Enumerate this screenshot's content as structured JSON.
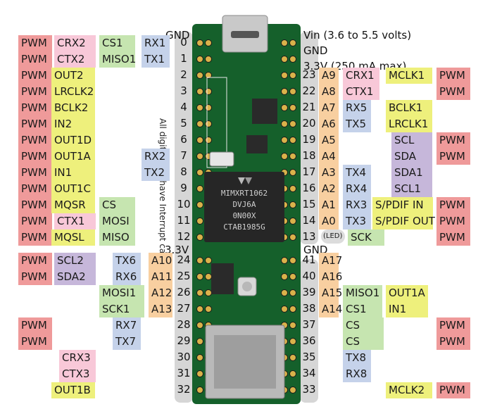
{
  "colors": {
    "pwm": "#ef9a9a",
    "can": "#f8c8d8",
    "spi": "#c6e5b0",
    "serial": "#c5d2ea",
    "audio": "#eef07c",
    "i2c": "#c6b7da",
    "analog": "#f8cfa0",
    "pin": "#d6d6d6",
    "board": "#15602b",
    "board_dark": "#0e4a20",
    "chip": "#262626"
  },
  "icons": [
    "teensy-board",
    "usb-connector",
    "microsd-card-slot",
    "processor-chip",
    "nxp-logo"
  ],
  "header": {
    "left_gnd": "GND",
    "vin": "Vin  (3.6 to 5.5 volts)",
    "gnd_top": "GND",
    "v33_top": "3.3V (250 mA max)",
    "left_33v": "3.3V",
    "mid_gnd": "GND"
  },
  "note": "All digital pins have Interrupt capability.",
  "chip_text": [
    "MIMXRT1062",
    "DVJ6A",
    "0N00X",
    "CTAB1985G"
  ],
  "led": "(LED)",
  "left_rows": [
    {
      "pin": "0",
      "l": [
        [
          "PWM",
          "pwm"
        ],
        [
          "CRX2",
          "can"
        ],
        [
          "CS1",
          "spi"
        ],
        [
          "RX1",
          "serial"
        ]
      ]
    },
    {
      "pin": "1",
      "l": [
        [
          "PWM",
          "pwm"
        ],
        [
          "CTX2",
          "can"
        ],
        [
          "MISO1",
          "spi"
        ],
        [
          "TX1",
          "serial"
        ]
      ]
    },
    {
      "pin": "2",
      "l": [
        [
          "PWM",
          "pwm"
        ],
        [
          "OUT2",
          "audio"
        ]
      ]
    },
    {
      "pin": "3",
      "l": [
        [
          "PWM",
          "pwm"
        ],
        [
          "LRCLK2",
          "audio"
        ]
      ]
    },
    {
      "pin": "4",
      "l": [
        [
          "PWM",
          "pwm"
        ],
        [
          "BCLK2",
          "audio"
        ]
      ]
    },
    {
      "pin": "5",
      "l": [
        [
          "PWM",
          "pwm"
        ],
        [
          "IN2",
          "audio"
        ]
      ]
    },
    {
      "pin": "6",
      "l": [
        [
          "PWM",
          "pwm"
        ],
        [
          "OUT1D",
          "audio"
        ]
      ]
    },
    {
      "pin": "7",
      "l": [
        [
          "PWM",
          "pwm"
        ],
        [
          "OUT1A",
          "audio"
        ],
        [
          "RX2",
          "serial"
        ]
      ]
    },
    {
      "pin": "8",
      "l": [
        [
          "PWM",
          "pwm"
        ],
        [
          "IN1",
          "audio"
        ],
        [
          "TX2",
          "serial"
        ]
      ]
    },
    {
      "pin": "9",
      "l": [
        [
          "PWM",
          "pwm"
        ],
        [
          "OUT1C",
          "audio"
        ]
      ]
    },
    {
      "pin": "10",
      "l": [
        [
          "PWM",
          "pwm"
        ],
        [
          "MQSR",
          "audio"
        ],
        [
          "CS",
          "spi"
        ]
      ]
    },
    {
      "pin": "11",
      "l": [
        [
          "PWM",
          "pwm"
        ],
        [
          "CTX1",
          "can"
        ],
        [
          "MOSI",
          "spi"
        ]
      ]
    },
    {
      "pin": "12",
      "l": [
        [
          "PWM",
          "pwm"
        ],
        [
          "MQSL",
          "audio"
        ],
        [
          "MISO",
          "spi"
        ]
      ]
    },
    {
      "pin": "24",
      "l": [
        [
          "PWM",
          "pwm"
        ],
        [
          "SCL2",
          "i2c"
        ],
        [
          "TX6",
          "serial"
        ],
        [
          "A10",
          "analog"
        ]
      ]
    },
    {
      "pin": "25",
      "l": [
        [
          "PWM",
          "pwm"
        ],
        [
          "SDA2",
          "i2c"
        ],
        [
          "RX6",
          "serial"
        ],
        [
          "A11",
          "analog"
        ]
      ]
    },
    {
      "pin": "26",
      "l": [
        [
          "MOSI1",
          "spi"
        ],
        [
          "A12",
          "analog"
        ]
      ]
    },
    {
      "pin": "27",
      "l": [
        [
          "SCK1",
          "spi"
        ],
        [
          "A13",
          "analog"
        ]
      ]
    },
    {
      "pin": "28",
      "l": [
        [
          "PWM",
          "pwm"
        ],
        [
          "RX7",
          "serial"
        ]
      ]
    },
    {
      "pin": "29",
      "l": [
        [
          "PWM",
          "pwm"
        ],
        [
          "TX7",
          "serial"
        ]
      ]
    },
    {
      "pin": "30",
      "l": [
        [
          "CRX3",
          "can"
        ]
      ]
    },
    {
      "pin": "31",
      "l": [
        [
          "CTX3",
          "can"
        ]
      ]
    },
    {
      "pin": "32",
      "l": [
        [
          "OUT1B",
          "audio"
        ]
      ]
    }
  ],
  "right_rows": [
    {
      "pin": "23",
      "l": [
        [
          "A9",
          "analog"
        ],
        [
          "CRX1",
          "can"
        ],
        [
          "MCLK1",
          "audio"
        ],
        [
          "PWM",
          "pwm"
        ]
      ]
    },
    {
      "pin": "22",
      "l": [
        [
          "A8",
          "analog"
        ],
        [
          "CTX1",
          "can"
        ],
        [
          "PWM",
          "pwm"
        ]
      ]
    },
    {
      "pin": "21",
      "l": [
        [
          "A7",
          "analog"
        ],
        [
          "RX5",
          "serial"
        ],
        [
          "BCLK1",
          "audio"
        ]
      ]
    },
    {
      "pin": "20",
      "l": [
        [
          "A6",
          "analog"
        ],
        [
          "TX5",
          "serial"
        ],
        [
          "LRCLK1",
          "audio"
        ]
      ]
    },
    {
      "pin": "19",
      "l": [
        [
          "A5",
          "analog"
        ],
        [
          "SCL",
          "i2c"
        ],
        [
          "PWM",
          "pwm"
        ]
      ]
    },
    {
      "pin": "18",
      "l": [
        [
          "A4",
          "analog"
        ],
        [
          "SDA",
          "i2c"
        ],
        [
          "PWM",
          "pwm"
        ]
      ]
    },
    {
      "pin": "17",
      "l": [
        [
          "A3",
          "analog"
        ],
        [
          "TX4",
          "serial"
        ],
        [
          "SDA1",
          "i2c"
        ]
      ]
    },
    {
      "pin": "16",
      "l": [
        [
          "A2",
          "analog"
        ],
        [
          "RX4",
          "serial"
        ],
        [
          "SCL1",
          "i2c"
        ]
      ]
    },
    {
      "pin": "15",
      "l": [
        [
          "A1",
          "analog"
        ],
        [
          "RX3",
          "serial"
        ],
        [
          "S/PDIF IN",
          "audio"
        ],
        [
          "PWM",
          "pwm"
        ]
      ]
    },
    {
      "pin": "14",
      "l": [
        [
          "A0",
          "analog"
        ],
        [
          "TX3",
          "serial"
        ],
        [
          "S/PDIF OUT",
          "audio"
        ],
        [
          "PWM",
          "pwm"
        ]
      ]
    },
    {
      "pin": "13",
      "l": [
        [
          "SCK",
          "spi"
        ],
        [
          "PWM",
          "pwm"
        ]
      ]
    },
    {
      "pin": "41",
      "l": [
        [
          "A17",
          "analog"
        ]
      ]
    },
    {
      "pin": "40",
      "l": [
        [
          "A16",
          "analog"
        ]
      ]
    },
    {
      "pin": "39",
      "l": [
        [
          "A15",
          "analog"
        ],
        [
          "MISO1",
          "spi"
        ],
        [
          "OUT1A",
          "audio"
        ]
      ]
    },
    {
      "pin": "38",
      "l": [
        [
          "A14",
          "analog"
        ],
        [
          "CS1",
          "spi"
        ],
        [
          "IN1",
          "audio"
        ]
      ]
    },
    {
      "pin": "37",
      "l": [
        [
          "CS",
          "spi"
        ],
        [
          "PWM",
          "pwm"
        ]
      ]
    },
    {
      "pin": "36",
      "l": [
        [
          "CS",
          "spi"
        ],
        [
          "PWM",
          "pwm"
        ]
      ]
    },
    {
      "pin": "35",
      "l": [
        [
          "TX8",
          "serial"
        ]
      ]
    },
    {
      "pin": "34",
      "l": [
        [
          "RX8",
          "serial"
        ]
      ]
    },
    {
      "pin": "33",
      "l": [
        [
          "MCLK2",
          "audio"
        ],
        [
          "PWM",
          "pwm"
        ]
      ]
    }
  ]
}
